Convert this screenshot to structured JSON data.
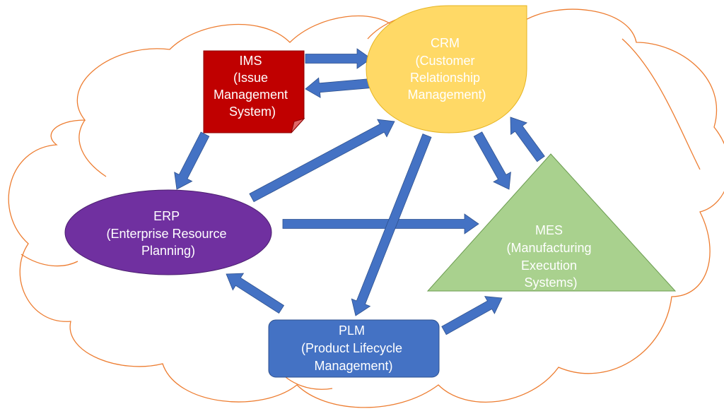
{
  "diagram": {
    "colors": {
      "arrow": "#4472c4",
      "cloud_outline": "#ed7d31",
      "ims": "#c00000",
      "crm": "#ffd966",
      "erp": "#7030a0",
      "mes": "#a9d18e",
      "plm": "#4472c4"
    },
    "nodes": {
      "ims": {
        "shape": "folded-document",
        "lines": [
          "IMS",
          "(Issue",
          "Management",
          "System)"
        ]
      },
      "crm": {
        "shape": "teardrop",
        "lines": [
          "CRM",
          "(Customer",
          "Relationship",
          "Management)"
        ]
      },
      "erp": {
        "shape": "ellipse",
        "lines": [
          "ERP",
          "(Enterprise Resource",
          "Planning)"
        ]
      },
      "mes": {
        "shape": "triangle",
        "lines": [
          "MES",
          "(Manufacturing",
          "Execution",
          "Systems)"
        ]
      },
      "plm": {
        "shape": "rounded-rectangle",
        "lines": [
          "PLM",
          "(Product Lifecycle",
          "Management)"
        ]
      }
    },
    "edges": [
      {
        "from": "ims",
        "to": "crm"
      },
      {
        "from": "crm",
        "to": "ims"
      },
      {
        "from": "ims",
        "to": "erp"
      },
      {
        "from": "erp",
        "to": "crm"
      },
      {
        "from": "erp",
        "to": "mes"
      },
      {
        "from": "crm",
        "to": "plm"
      },
      {
        "from": "crm",
        "to": "mes"
      },
      {
        "from": "mes",
        "to": "crm"
      },
      {
        "from": "plm",
        "to": "erp"
      },
      {
        "from": "plm",
        "to": "mes"
      }
    ]
  }
}
